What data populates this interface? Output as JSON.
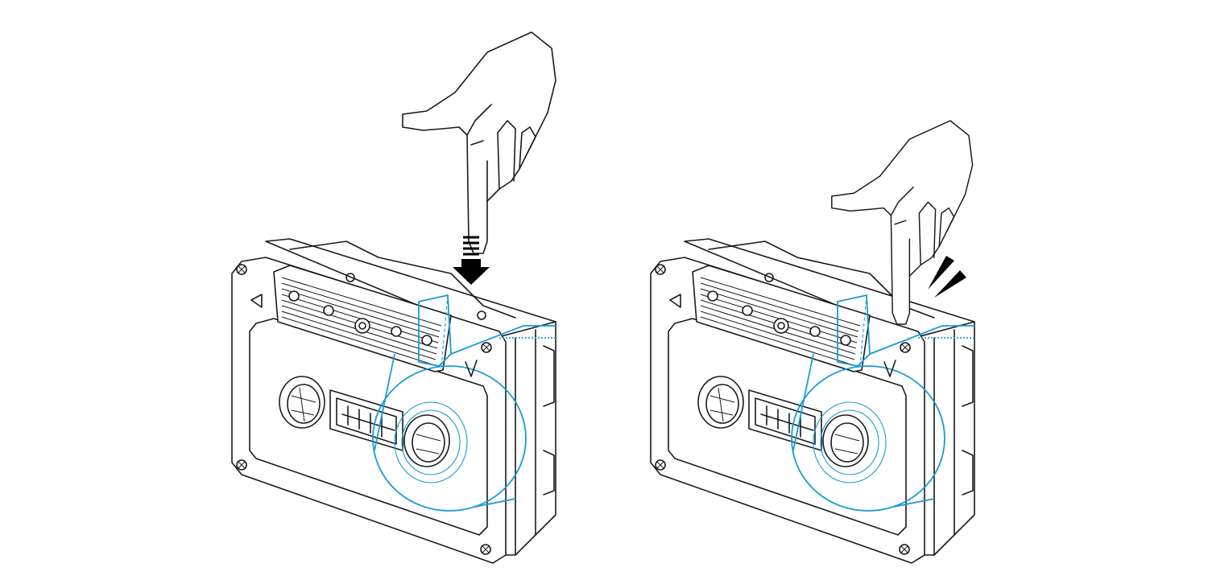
{
  "illustration": {
    "steps": [
      {
        "id": "press",
        "action": "finger-pressing-down"
      },
      {
        "id": "pressed",
        "action": "tape-attached"
      }
    ]
  },
  "colors": {
    "line": "#1a1a1a",
    "tape": "#1a9ad6",
    "background": "#ffffff"
  }
}
